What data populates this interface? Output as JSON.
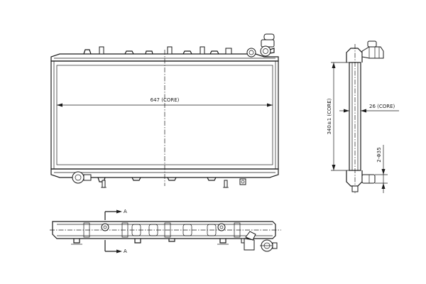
{
  "drawing": {
    "front_view": {
      "core_width_label": "647 (CORE)"
    },
    "side_view": {
      "core_height_label": "340±1 (CORE)",
      "core_depth_label": "26 (CORE)",
      "outlet_label": "2-Φ35"
    },
    "top_view": {
      "section_mark_top": "A",
      "section_mark_bottom": "A"
    }
  }
}
